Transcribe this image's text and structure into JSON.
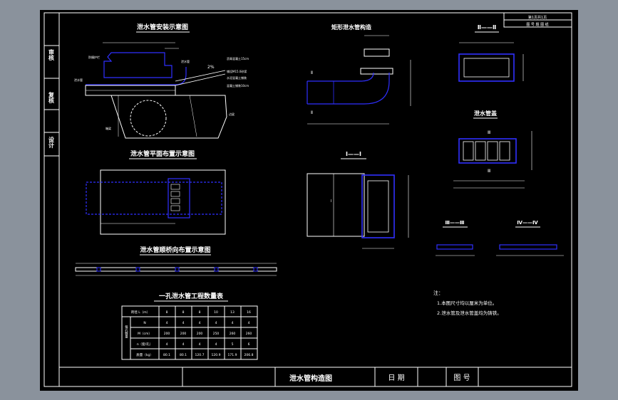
{
  "side_labels": [
    "审核",
    "复核",
    "设计"
  ],
  "header_cells": [
    "第1页共1页",
    "图 号 题 图 纸"
  ],
  "titles": {
    "install": "泄水管安装示意图",
    "rect_pipe": "矩形泄水管构造",
    "section_2": "Ⅱ——Ⅱ",
    "plan_layout": "泄水管平面布置示意图",
    "section_1": "Ⅰ——Ⅰ",
    "grate": "泄水管盖",
    "longitudinal": "泄水管顺桥向布置示意图",
    "section_3": "Ⅲ——Ⅲ",
    "section_4": "Ⅳ——Ⅳ",
    "quantity_table": "一孔泄水管工程数量表"
  },
  "install_labels": {
    "guardrail": "防撞护栏",
    "pipe": "泄水管",
    "slope": "2%",
    "asphalt": "沥青混凝土15cm",
    "mortar": "铺设M15.0砂浆",
    "waterproof": "水泥混凝土铺装",
    "concrete": "混凝土铺装10cm",
    "drain": "泄水管",
    "girder": "箱梁",
    "edge": "边梁"
  },
  "markers": {
    "sec_2": "Ⅱ",
    "sec_1": "Ⅰ",
    "sec_3": "Ⅲ"
  },
  "quantity_table": {
    "headers": [
      "跨径 L（m）",
      "8",
      "8",
      "8",
      "10",
      "13",
      "16"
    ],
    "group_label": "每孔数量",
    "rows": [
      {
        "label": "N",
        "values": [
          "4",
          "4",
          "4",
          "4",
          "4",
          "4"
        ]
      },
      {
        "label": "M（cm）",
        "values": [
          "200",
          "200",
          "200",
          "250",
          "260",
          "260"
        ]
      },
      {
        "label": "n（套/孔）",
        "values": [
          "4",
          "4",
          "4",
          "4",
          "5",
          "6"
        ]
      },
      {
        "label": "质量（kg）",
        "values": [
          "80.1",
          "80.1",
          "120.7",
          "120.9",
          "171.9",
          "206.8"
        ]
      }
    ]
  },
  "notes": {
    "heading": "注：",
    "items": [
      "1.本图尺寸均以厘米为单位。",
      "2.泄水管及泄水管盖均为铸铁。"
    ]
  },
  "title_block": {
    "drawing_title": "泄水管构造图",
    "date_label": "日 期",
    "figno_label": "图 号"
  },
  "colors": {
    "line": "#ffffff",
    "section": "#1f1fff",
    "title_text": "#ffffff",
    "page_bg": "#8a929c"
  }
}
